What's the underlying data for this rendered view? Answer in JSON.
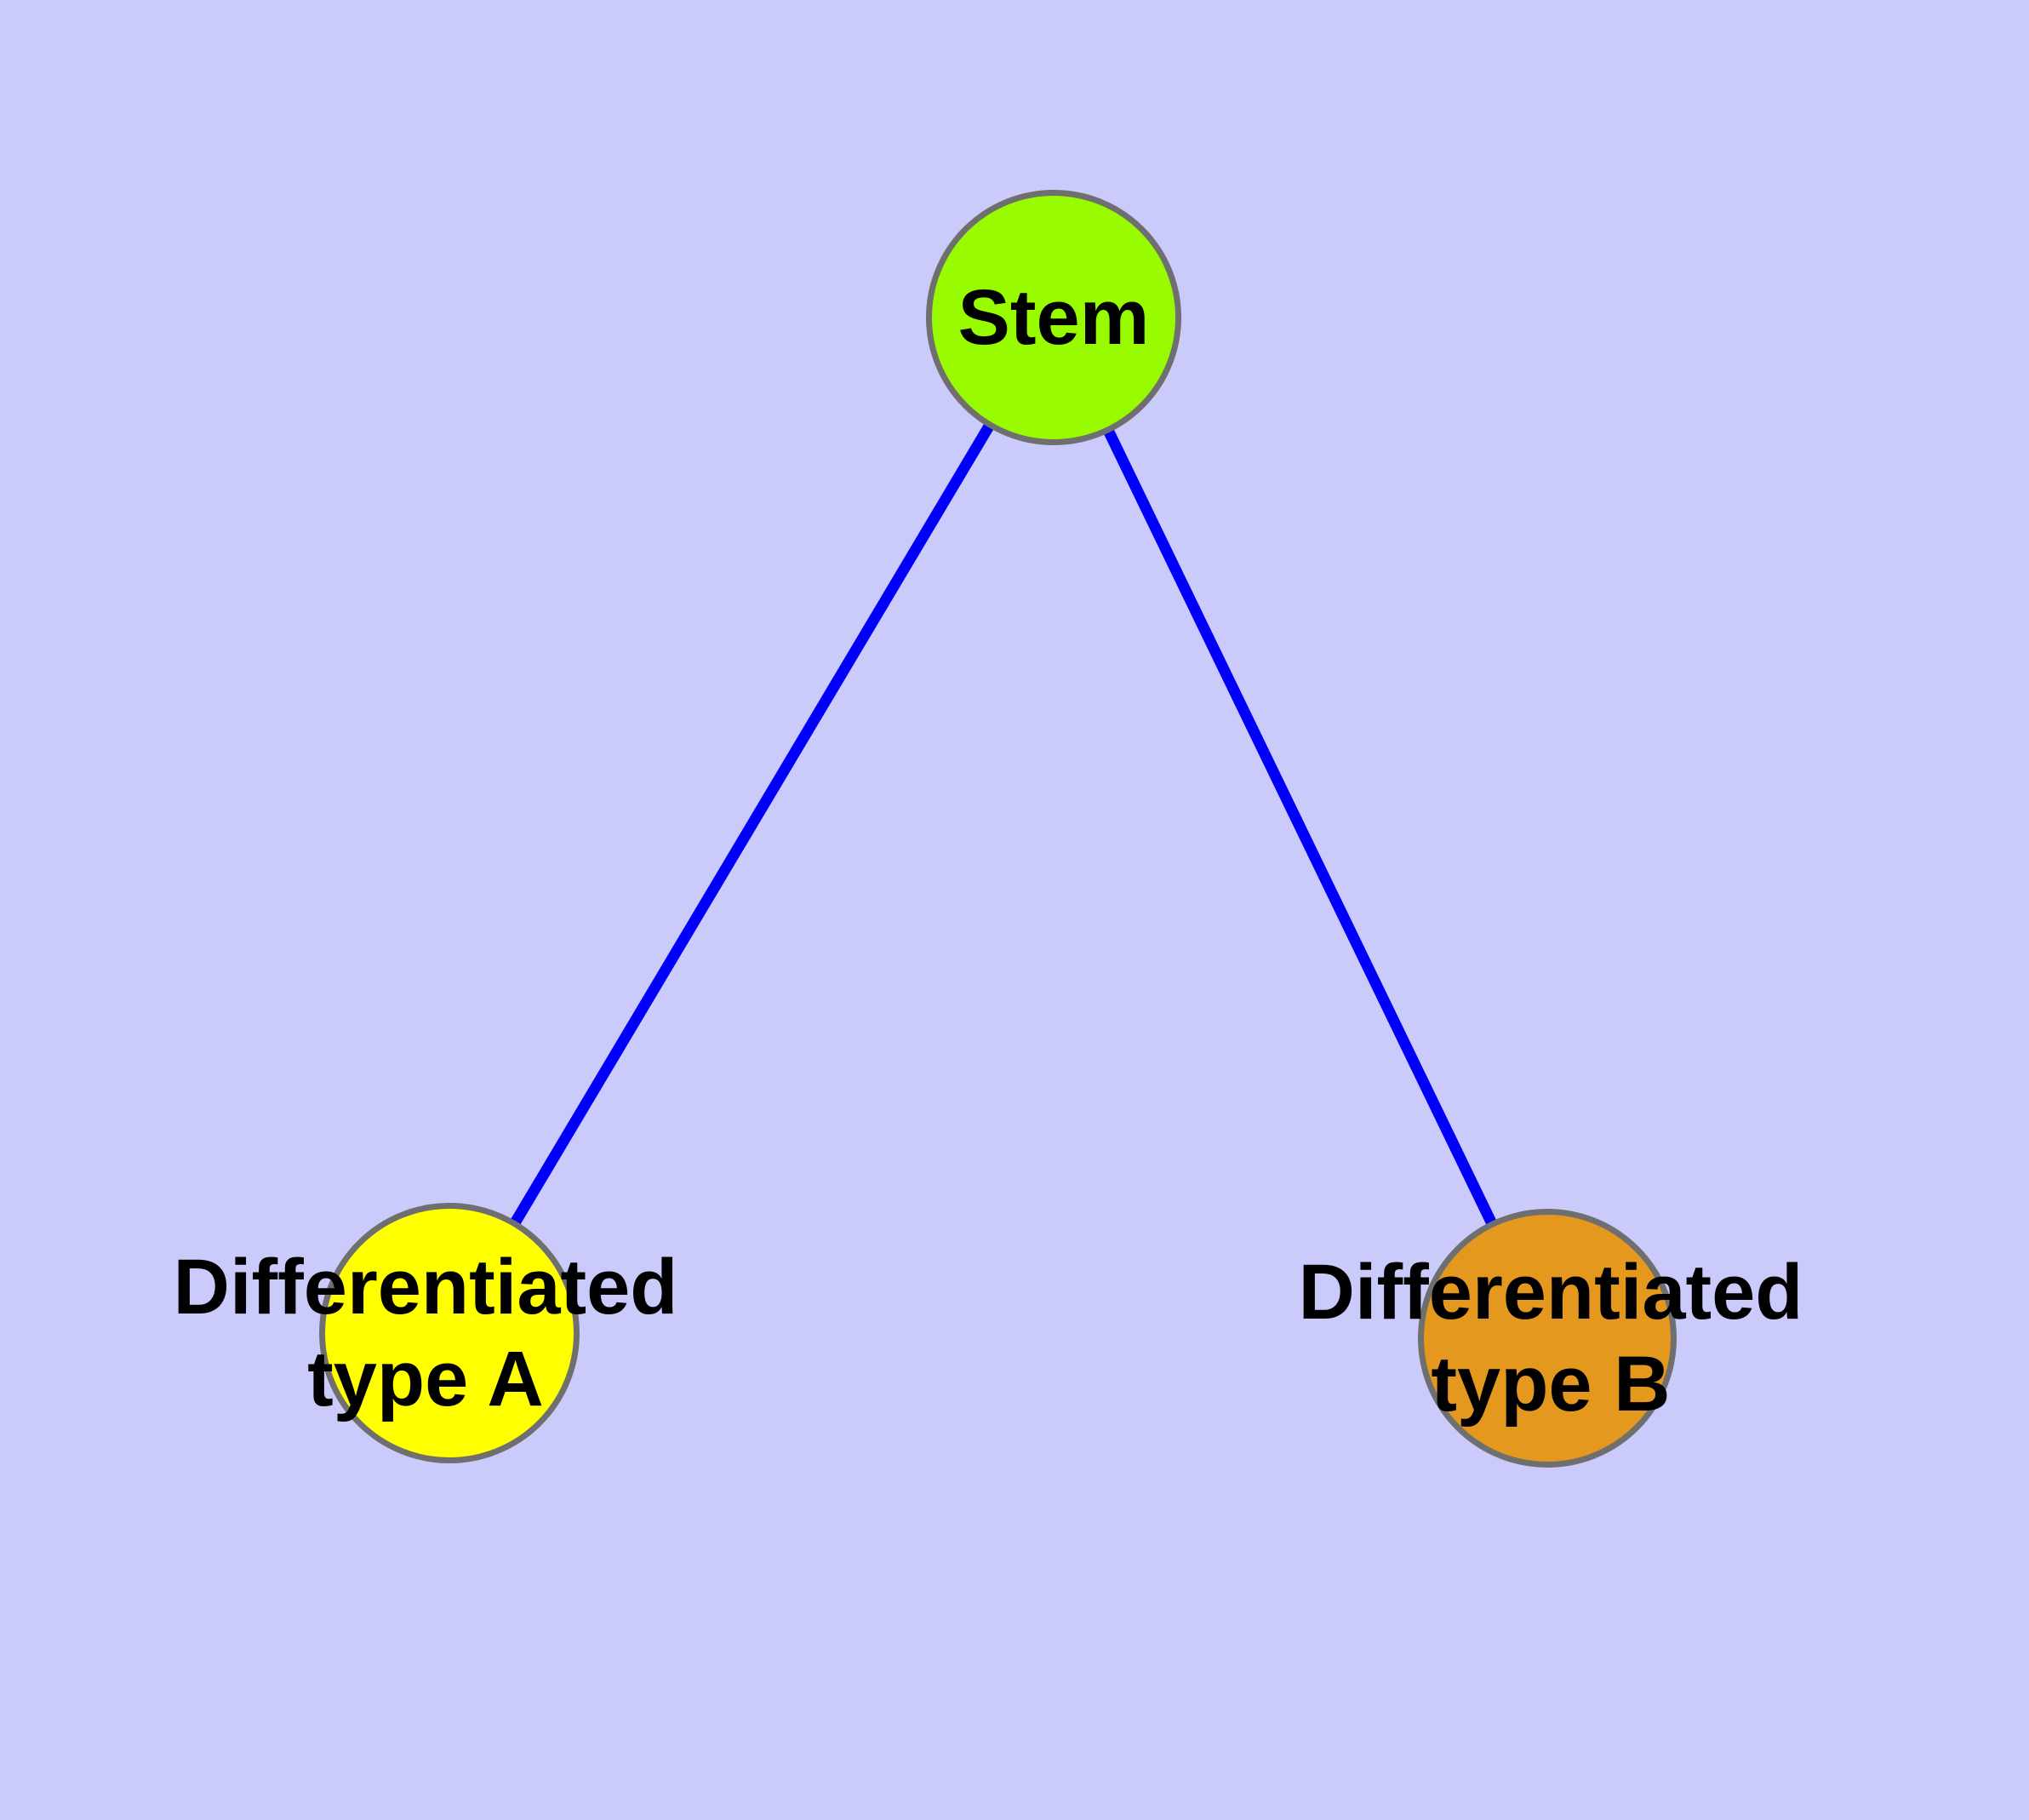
{
  "diagram": {
    "background_color": "#CBCBFB",
    "node_border_color": "#6F6F6F",
    "edge_color": "#0000FA",
    "text_color": "#000000",
    "nodes": [
      {
        "id": "stem",
        "label": "Stem",
        "fill_color": "#99FB00"
      },
      {
        "id": "differentiated-type-a",
        "label": "Differentiated\ntype A",
        "fill_color": "#FFFF00"
      },
      {
        "id": "differentiated-type-b",
        "label": "Differentiated\ntype B",
        "fill_color": "#E5981E"
      }
    ],
    "edges": [
      {
        "from": "stem",
        "to": "differentiated-type-a"
      },
      {
        "from": "stem",
        "to": "differentiated-type-b"
      }
    ]
  }
}
